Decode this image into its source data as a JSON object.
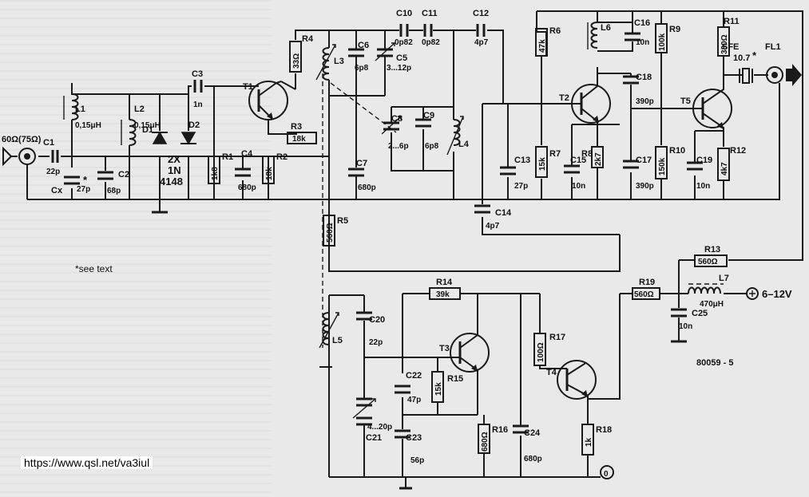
{
  "components": {
    "c1": "C1",
    "c1_val": "22p",
    "cx": "Cx",
    "cx_val": "27p",
    "c2": "C2",
    "c2_val": "68p",
    "l1": "L1",
    "l1_val": "0,15μH",
    "l2": "L2",
    "l2_val": "0,15μH",
    "d1": "D1",
    "d2": "D2",
    "diode_type": "2X",
    "diode_type2": "1N",
    "diode_type3": "4148",
    "c3": "C3",
    "c3_val": "1n",
    "t1": "T1",
    "r1": "R1",
    "r1_val": "1k8",
    "c4": "C4",
    "c4_val": "680p",
    "r2": "R2",
    "r2_val": "18k",
    "r3": "R3",
    "r3_val": "18k",
    "r4": "R4",
    "r4_val": "33Ω",
    "l3": "L3",
    "c6": "C6",
    "c6_val": "6p8",
    "c5": "C5",
    "c5_val": "3...12p",
    "c10": "C10",
    "c10_val": "0p82",
    "c11": "C11",
    "c11_val": "0p82",
    "c12": "C12",
    "c12_val": "4p7",
    "c8": "C8",
    "c8_val": "2...6p",
    "c9": "C9",
    "c9_val": "6p8",
    "l4": "L4",
    "c7": "C7",
    "c7_val": "680p",
    "r5": "R5",
    "r5_val": "560Ω",
    "c13": "C13",
    "c13_val": "27p",
    "c14": "C14",
    "c14_val": "4p7",
    "r6": "R6",
    "r6_val": "47k",
    "t2": "T2",
    "r7": "R7",
    "r7_val": "15k",
    "c15": "C15",
    "c15_val": "10n",
    "r8": "R8",
    "r8_val": "2k7",
    "l6": "L6",
    "c16": "C16",
    "c16_val": "10n",
    "c18": "C18",
    "c18_val": "390p",
    "c17": "C17",
    "c17_val": "390p",
    "r9": "R9",
    "r9_val": "100k",
    "r10": "R10",
    "r10_val": "150k",
    "t5": "T5",
    "c19": "C19",
    "c19_val": "10n",
    "r11": "R11",
    "r11_val": "330Ω",
    "r12": "R12",
    "r12_val": "4k7",
    "sfe": "SFE",
    "sfe_val": "10.7",
    "fl1": "FL1",
    "r13": "R13",
    "r13_val": "560Ω",
    "r19": "R19",
    "r19_val": "560Ω",
    "l7": "L7",
    "l7_val": "470μH",
    "c25": "C25",
    "c25_val": "10n",
    "l5": "L5",
    "c20": "C20",
    "c20_val": "22p",
    "c21": "C21",
    "c21_val": "4...20p",
    "r14": "R14",
    "r14_val": "39k",
    "t3": "T3",
    "c22": "C22",
    "c22_val": "47p",
    "r15": "R15",
    "r15_val": "15k",
    "c23": "C23",
    "c23_val": "56p",
    "r16": "R16",
    "r16_val": "680Ω",
    "c24": "C24",
    "c24_val": "680p",
    "r17": "R17",
    "r17_val": "100Ω",
    "t4": "T4",
    "r18": "R18",
    "r18_val": "1k"
  },
  "labels": {
    "input": "60Ω(75Ω)",
    "supply": "6–12V",
    "zero": "0",
    "fig_id": "80059 - 5",
    "asterisk": "*",
    "see_text": "*see text",
    "url": "https://www.qsl.net/va3iul"
  }
}
